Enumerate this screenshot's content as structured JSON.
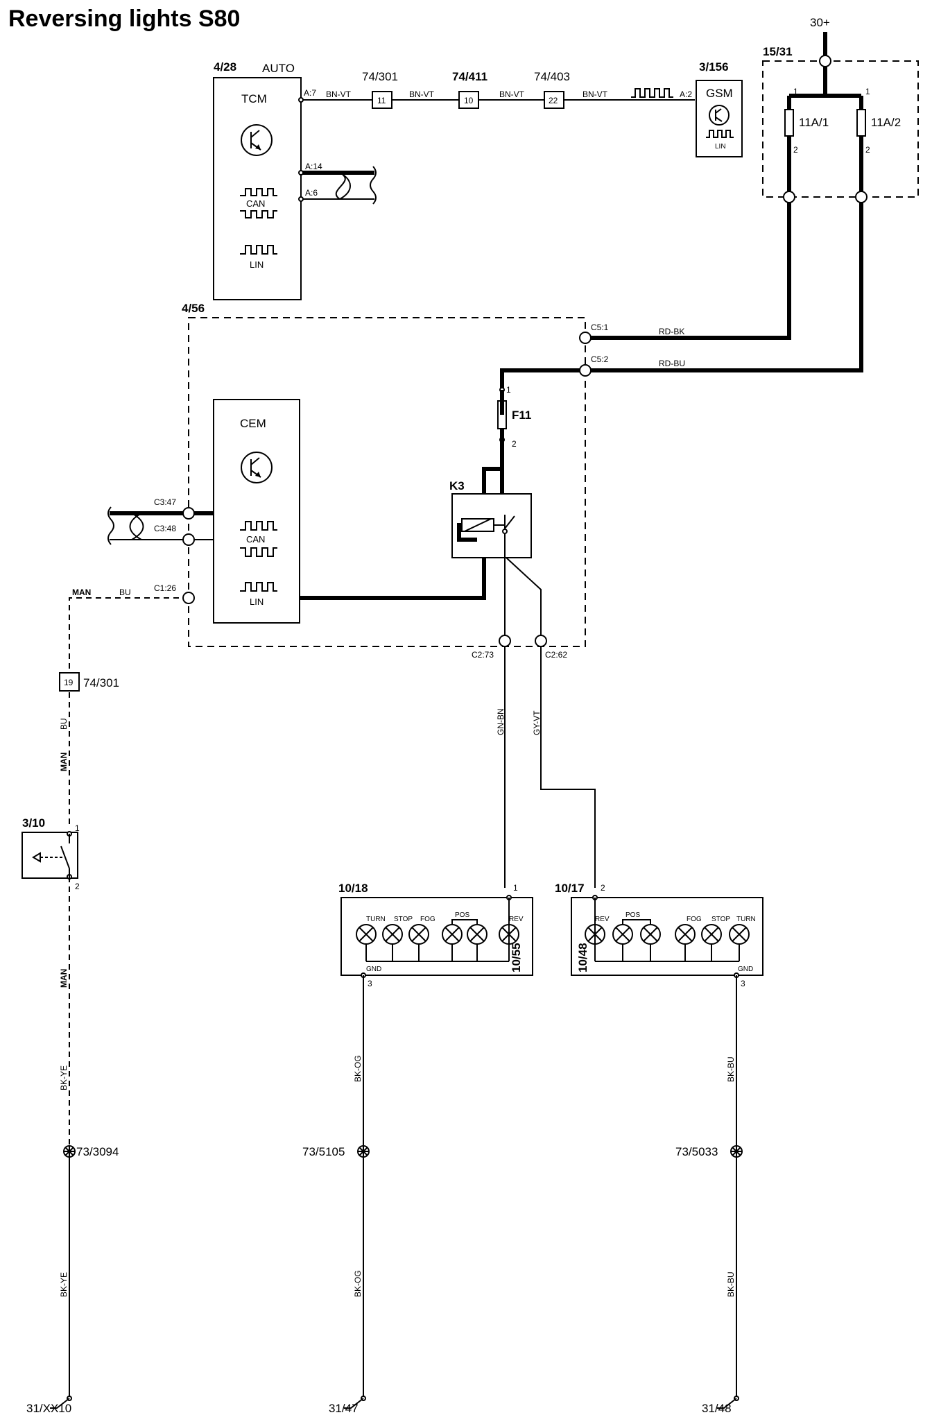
{
  "title": "Reversing lights S80",
  "supply": "30+",
  "components": {
    "tcm": {
      "id": "4/28",
      "tag": "AUTO",
      "name": "TCM",
      "can": "CAN",
      "lin": "LIN"
    },
    "gsm": {
      "id": "3/156",
      "name": "GSM",
      "lin": "LIN"
    },
    "fusebox": {
      "id": "15/31",
      "fuse1": "11A/1",
      "fuse2": "11A/2",
      "pin_in": "1",
      "pin_out": "2"
    },
    "cem_module": {
      "id": "4/56"
    },
    "cem": {
      "name": "CEM",
      "can": "CAN",
      "lin": "LIN"
    },
    "fuse_f11": {
      "name": "F11",
      "pin1": "1",
      "pin2": "2"
    },
    "relay_k3": {
      "name": "K3"
    },
    "switch": {
      "id": "3/10",
      "pin1": "1",
      "pin2": "2"
    },
    "lamp_left": {
      "id": "10/18",
      "sub": "10/55",
      "pin_in": "1",
      "pin_gnd": "3",
      "gnd": "GND",
      "lamps": [
        "TURN",
        "STOP",
        "FOG",
        "POS",
        "REV"
      ]
    },
    "lamp_right": {
      "id": "10/17",
      "sub": "10/48",
      "pin_in": "2",
      "pin_gnd": "3",
      "gnd": "GND",
      "lamps": [
        "REV",
        "POS",
        "FOG",
        "STOP",
        "TURN"
      ]
    }
  },
  "connectors": {
    "c_74_301_top": {
      "id": "74/301",
      "pin": "11"
    },
    "c_74_411": {
      "id": "74/411",
      "pin": "10"
    },
    "c_74_403": {
      "id": "74/403",
      "pin": "22"
    },
    "c_74_301_left": {
      "id": "74/301",
      "pin": "19"
    }
  },
  "pins": {
    "tcm_a7": "A:7",
    "tcm_a14": "A:14",
    "tcm_a6": "A:6",
    "gsm_a2": "A:2",
    "c5_1": "C5:1",
    "c5_2": "C5:2",
    "c3_47": "C3:47",
    "c3_48": "C3:48",
    "c1_26": "C1:26",
    "c2_73": "C2:73",
    "c2_62": "C2:62"
  },
  "wires": {
    "bn_vt": "BN-VT",
    "rd_bk": "RD-BK",
    "rd_bu": "RD-BU",
    "bu": "BU",
    "man": "MAN",
    "gn_bn": "GN-BN",
    "gy_vt": "GY-VT",
    "bk_ye": "BK-YE",
    "bk_og": "BK-OG",
    "bk_bu": "BK-BU"
  },
  "splices": {
    "left": "73/3094",
    "mid": "73/5105",
    "right": "73/5033"
  },
  "grounds": {
    "left": "31/XX10",
    "mid": "31/47",
    "right": "31/48"
  }
}
